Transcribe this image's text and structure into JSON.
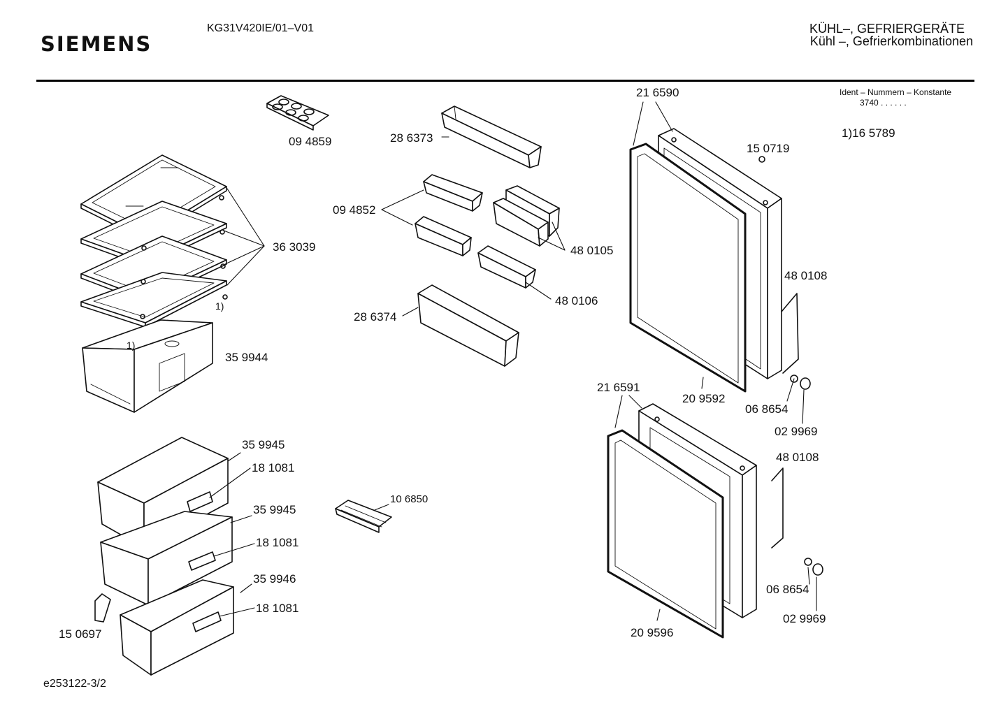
{
  "header": {
    "brand": "SIEMENS",
    "model": "KG31V420IE/01–V01",
    "category_line1": "KÜHL–, GEFRIERGERÄTE",
    "category_line2": "Kühl –, Gefrierkombinationen"
  },
  "ident": {
    "label": "Ident – Nummern – Konstante",
    "value": "3740  .  .    .  .  .  ."
  },
  "footnote": "1)16 5789",
  "document_id": "e253122-3/2",
  "parts": {
    "egg_tray": "09 4859",
    "bottle_shelf_top": "28 6373",
    "small_shelf": "09 4852",
    "glass_shelf": "36 3039",
    "shelf_bracket_note1": "1)",
    "shelf_bracket_note2": "1)",
    "lid_box": "35 9944",
    "covered_box": "48 0105",
    "small_tray": "48 0106",
    "bottle_shelf_bottom": "28 6374",
    "fridge_door_gasket": "21 6590",
    "door_stop": "15 0719",
    "handle_upper": "48 0108",
    "fridge_door": "20 9592",
    "hinge_pin_upper": "06 8654",
    "cap_upper": "02 9969",
    "freezer_door_gasket": "21 6591",
    "handle_lower": "48 0108",
    "freezer_door": "20 9596",
    "hinge_pin_lower": "06 8654",
    "cap_lower": "02 9969",
    "drawer_top": "35 9945",
    "drawer_handle_top": "18 1081",
    "drawer_middle": "35 9945",
    "drawer_handle_middle": "18 1081",
    "drawer_bottom": "35 9946",
    "drawer_handle_bottom": "18 1081",
    "ice_tray": "10 6850",
    "hinge_cover": "15 0697"
  }
}
